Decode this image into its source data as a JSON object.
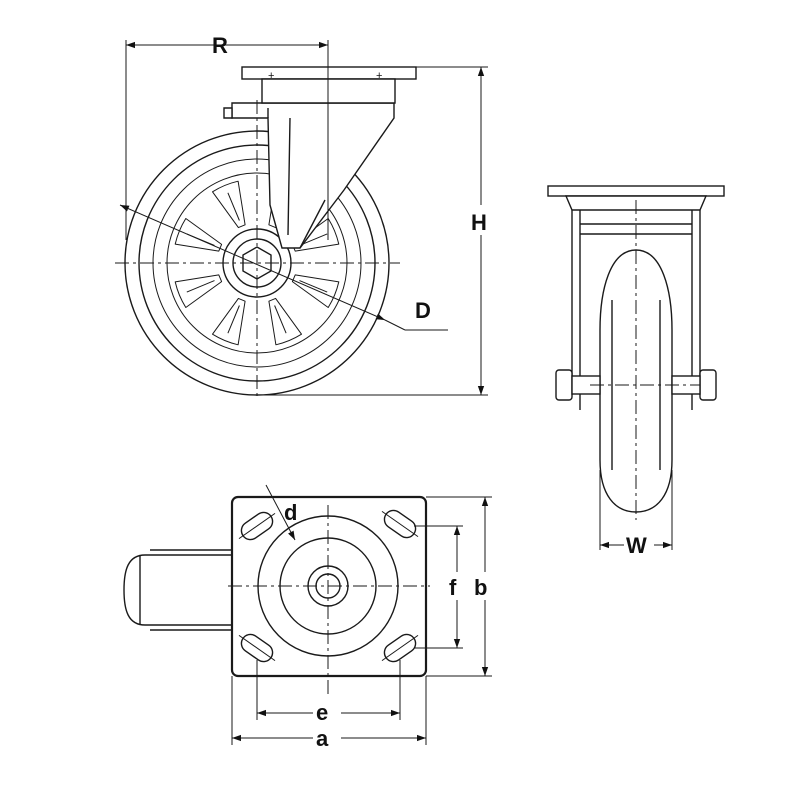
{
  "labels": {
    "R": "R",
    "H": "H",
    "D": "D",
    "W": "W",
    "d": "d",
    "f": "f",
    "b": "b",
    "e": "e",
    "a": "a"
  }
}
